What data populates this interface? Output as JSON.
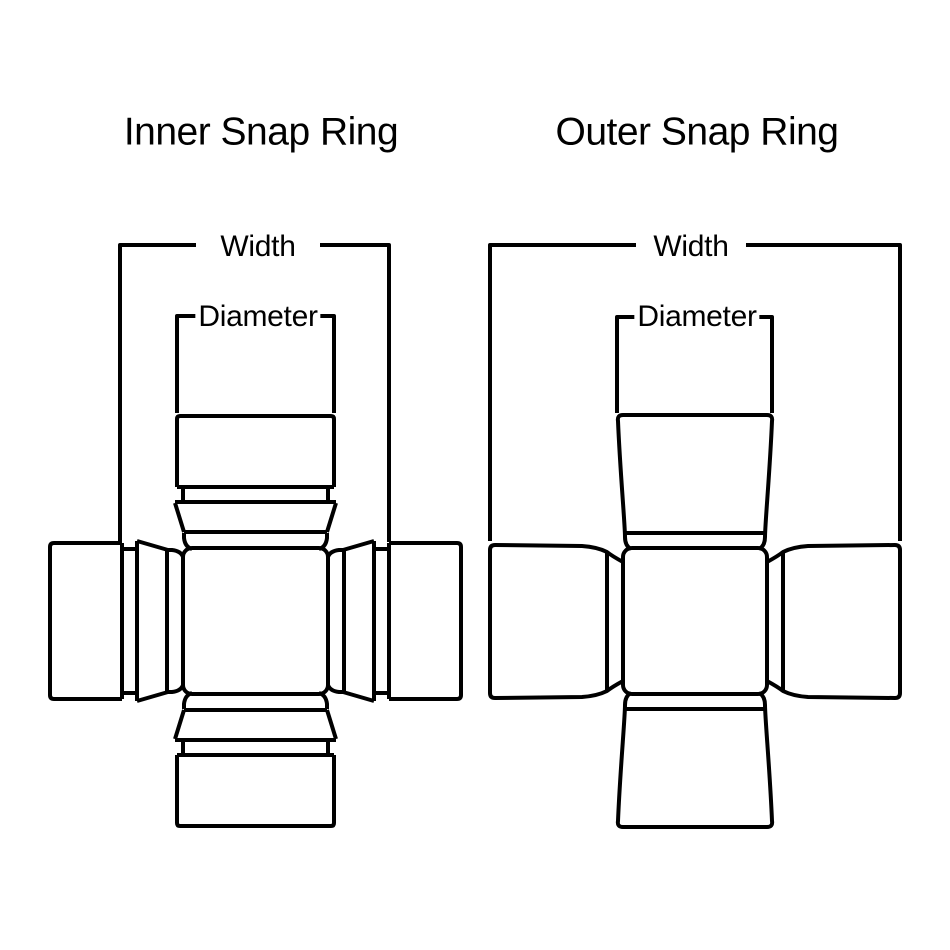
{
  "page": {
    "background_color": "#ffffff",
    "line_color": "#000000",
    "text_color": "#000000"
  },
  "diagrams": [
    {
      "id": "inner-snap-ring",
      "title": "Inner Snap Ring",
      "width_label": "Width",
      "diameter_label": "Diameter"
    },
    {
      "id": "outer-snap-ring",
      "title": "Outer Snap Ring",
      "width_label": "Width",
      "diameter_label": "Diameter"
    }
  ]
}
